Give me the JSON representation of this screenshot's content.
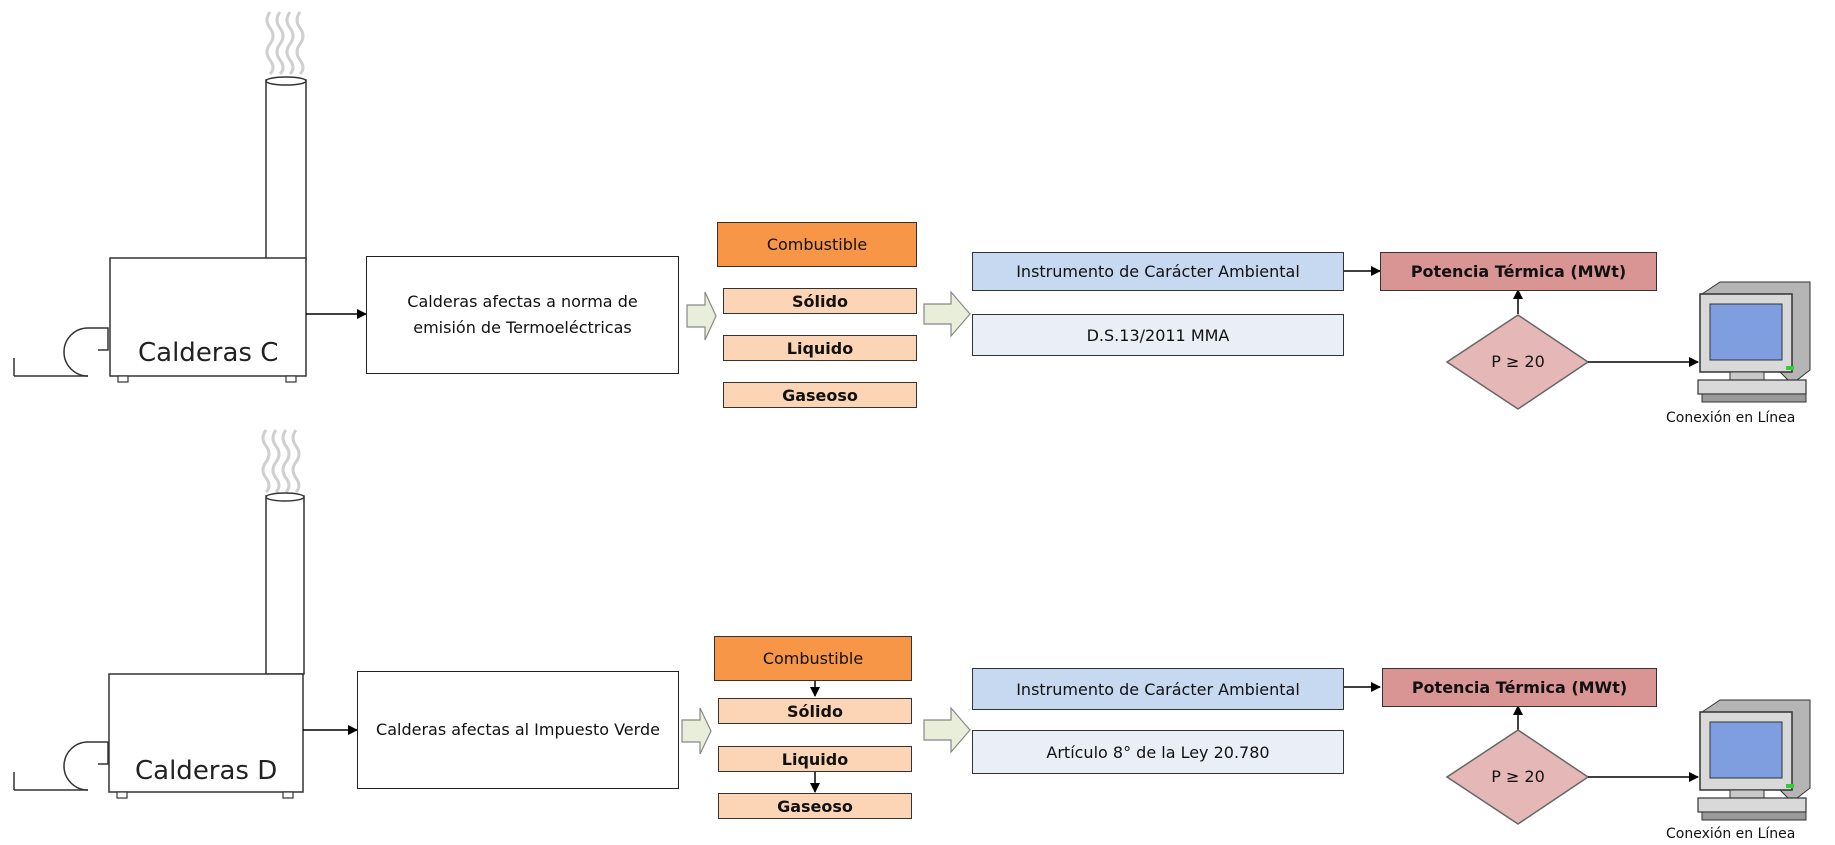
{
  "rows": [
    {
      "boiler_label": "Calderas C",
      "description": "Calderas afectas a norma de emisión de Termoeléctricas",
      "fuel_header": "Combustible",
      "fuels": [
        "Sólido",
        "Liquido",
        "Gaseoso"
      ],
      "instrument": "Instrumento de Carácter Ambiental",
      "regulation": "D.S.13/2011 MMA",
      "power": "Potencia Térmica (MWt)",
      "condition": "P ≥ 20",
      "computer_caption": "Conexión en Línea"
    },
    {
      "boiler_label": "Calderas D",
      "description": "Calderas afectas al Impuesto Verde",
      "fuel_header": "Combustible",
      "fuels": [
        "Sólido",
        "Liquido",
        "Gaseoso"
      ],
      "instrument": "Instrumento de Carácter Ambiental",
      "regulation": "Artículo 8° de la Ley 20.780",
      "power": "Potencia Térmica (MWt)",
      "condition": "P ≥ 20",
      "computer_caption": "Conexión en Línea"
    }
  ],
  "colors": {
    "fuel_header": "#f79646",
    "fuel_item": "#fbd5b5",
    "instrument": "#c6d9f1",
    "regulation": "#e9eef7",
    "power": "#d99594",
    "flow_arrow": "#e8eed9"
  },
  "icons": [
    "smoke-icon",
    "chimney-icon",
    "fan-icon",
    "boiler-icon",
    "flow-arrow-icon",
    "computer-icon"
  ]
}
